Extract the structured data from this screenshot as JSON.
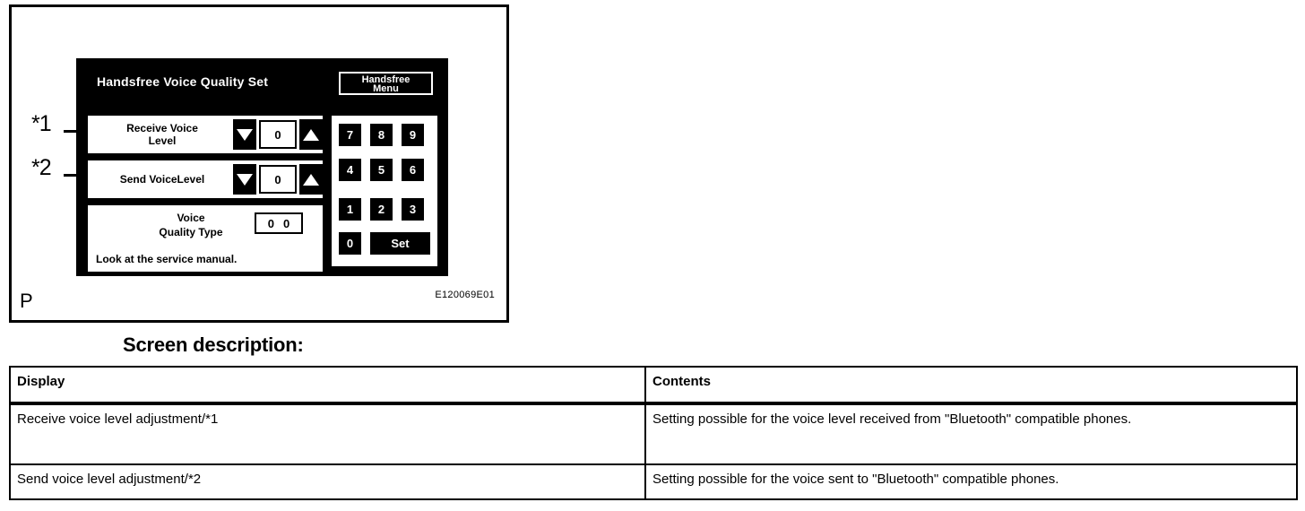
{
  "figure": {
    "page_marker": "P",
    "figure_id": "E120069E01",
    "callouts": [
      {
        "label": "*1"
      },
      {
        "label": "*2"
      }
    ],
    "lcd": {
      "title": "Handsfree Voice Quality Set",
      "menu_button": {
        "line1": "Handsfree",
        "line2": "Menu"
      },
      "settings": [
        {
          "label_line1": "Receive Voice",
          "label_line2": "Level",
          "down_icon": "triangle-down-icon",
          "up_icon": "triangle-up-icon",
          "value": "0"
        },
        {
          "label_line1": "Send VoiceLevel",
          "label_line2": "",
          "down_icon": "triangle-down-icon",
          "up_icon": "triangle-up-icon",
          "value": "0"
        }
      ],
      "voice_quality": {
        "label_line1": "Voice",
        "label_line2": "Quality Type",
        "value_digit1": "0",
        "value_digit2": "0",
        "note": "Look at the service manual."
      },
      "keypad": {
        "keys": [
          "7",
          "8",
          "9",
          "4",
          "5",
          "6",
          "1",
          "2",
          "3",
          "0"
        ],
        "set_label": "Set"
      }
    }
  },
  "screen_description": {
    "heading": "Screen description:",
    "table": {
      "headers": [
        "Display",
        "Contents"
      ],
      "rows": [
        {
          "display": "Receive voice level adjustment/*1",
          "contents": "Setting possible for the voice level received from \"Bluetooth\" compatible phones."
        },
        {
          "display": "Send voice level adjustment/*2",
          "contents": "Setting possible for the voice sent to \"Bluetooth\" compatible phones."
        }
      ]
    }
  },
  "colors": {
    "ink": "#000000",
    "paper": "#ffffff",
    "lcd_background": "#000000",
    "lcd_foreground": "#ffffff"
  }
}
